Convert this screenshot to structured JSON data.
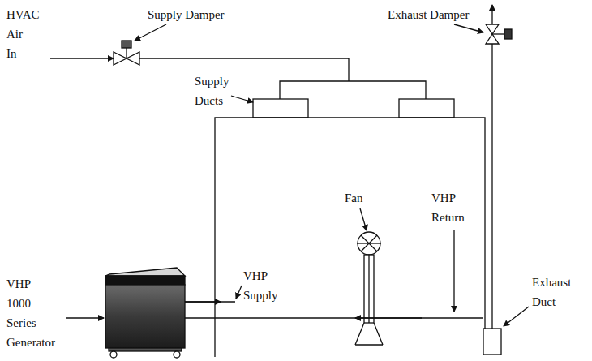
{
  "diagram": {
    "labels": [
      "HVAC Air In",
      "Supply Damper",
      "Exhaust Damper",
      "Supply Ducts",
      "Fan",
      "VHP 1000 Series Generator",
      "VHP Supply",
      "VHP Return",
      "Exhaust Duct"
    ]
  }
}
